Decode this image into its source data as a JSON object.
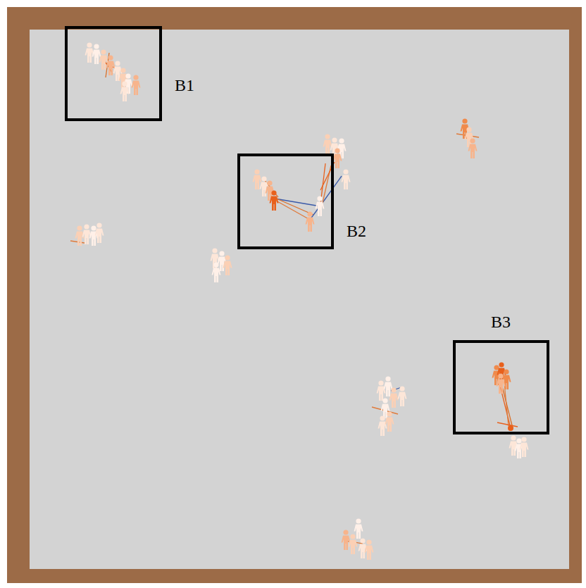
{
  "diagram": {
    "nodes": [
      {
        "text": [
          "B1"
        ]
      },
      {
        "text": [
          "B2"
        ]
      },
      {
        "text": [
          "B3"
        ]
      }
    ]
  }
}
